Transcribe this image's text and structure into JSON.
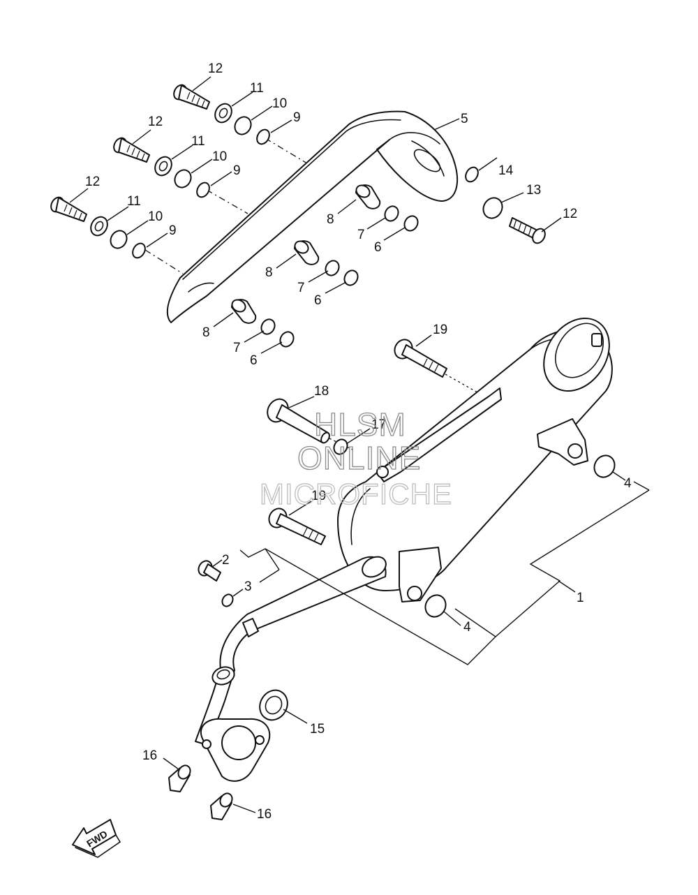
{
  "watermark": {
    "line1": "HLSM",
    "line2": "ONLINE",
    "line3": "MICROFICHE",
    "color": "#8a8a8a"
  },
  "direction_arrow": {
    "label": "FWD"
  },
  "callouts": {
    "c1": "1",
    "c2": "2",
    "c3": "3",
    "c4a": "4",
    "c4b": "4",
    "c5": "5",
    "c6a": "6",
    "c6b": "6",
    "c6c": "6",
    "c7a": "7",
    "c7b": "7",
    "c7c": "7",
    "c8a": "8",
    "c8b": "8",
    "c8c": "8",
    "c9a": "9",
    "c9b": "9",
    "c9c": "9",
    "c10a": "10",
    "c10b": "10",
    "c10c": "10",
    "c11a": "11",
    "c11b": "11",
    "c11c": "11",
    "c12a": "12",
    "c12b": "12",
    "c12c": "12",
    "c12d": "12",
    "c13": "13",
    "c14": "14",
    "c15": "15",
    "c16a": "16",
    "c16b": "16",
    "c17": "17",
    "c18": "18",
    "c19a": "19",
    "c19b": "19"
  }
}
